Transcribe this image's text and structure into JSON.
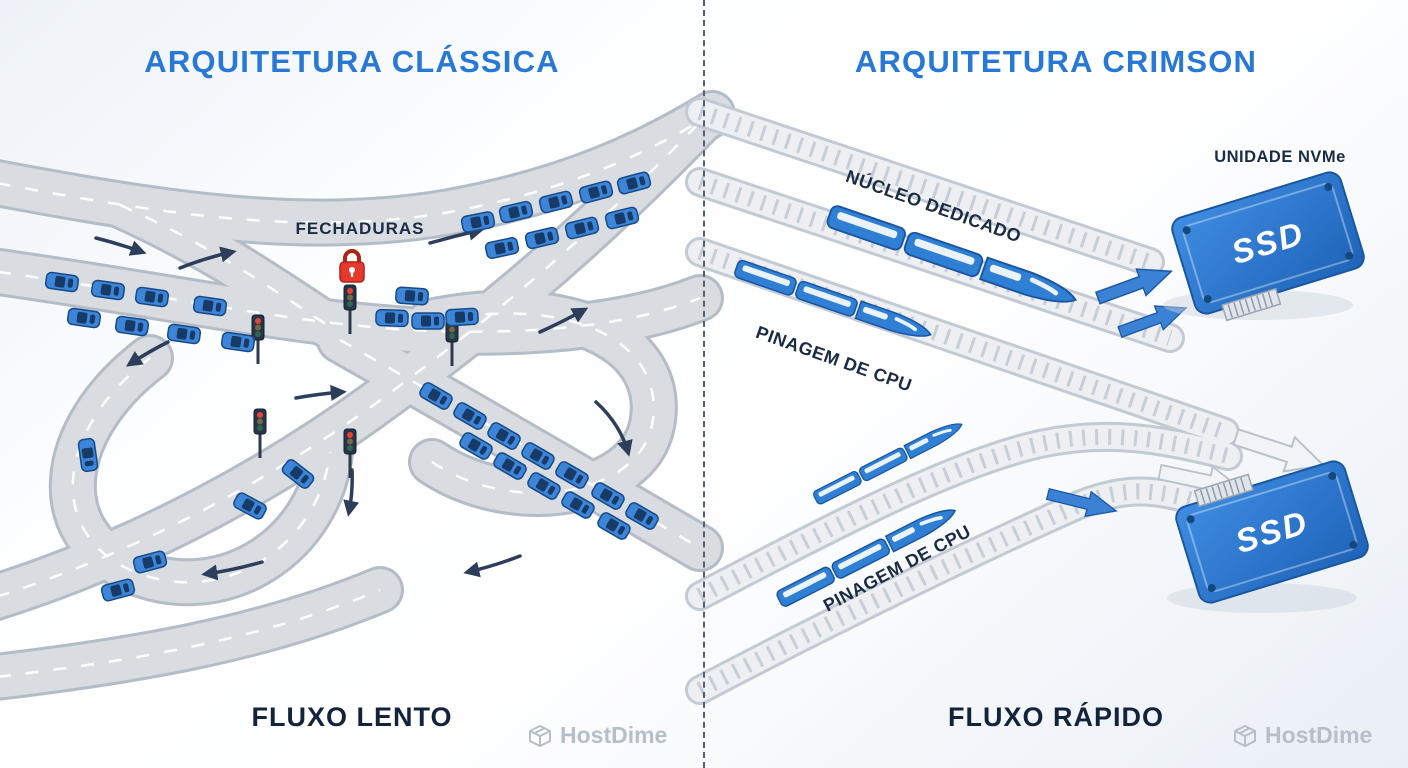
{
  "titles": {
    "left": "ARQUITETURA CLÁSSICA",
    "right": "ARQUITETURA CRIMSON"
  },
  "left_panel": {
    "lock_label": "FECHADURAS",
    "flow_label": "FLUXO LENTO"
  },
  "right_panel": {
    "dedicated_core_label": "NÚCLEO DEDICADO",
    "cpu_lanes_label_top": "PINAGEM DE CPU",
    "cpu_lanes_label_bottom": "PINAGEM DE CPU",
    "nvme_label": "UNIDADE NVMe",
    "ssd_top_label": "SSD",
    "ssd_bottom_label": "SSD",
    "flow_label": "FLUXO RÁPIDO"
  },
  "branding": {
    "logo_text": "HostDime"
  },
  "colors": {
    "title_blue": "#2878d6",
    "navy_text": "#1c2b45",
    "vehicle_blue": "#3b82d4",
    "lock_red": "#e6392d",
    "road_grey": "#d9dce1",
    "track_grey": "#edeff3",
    "arrow_navy": "#2c3e5a",
    "logo_grey": "#b6bfc9"
  }
}
